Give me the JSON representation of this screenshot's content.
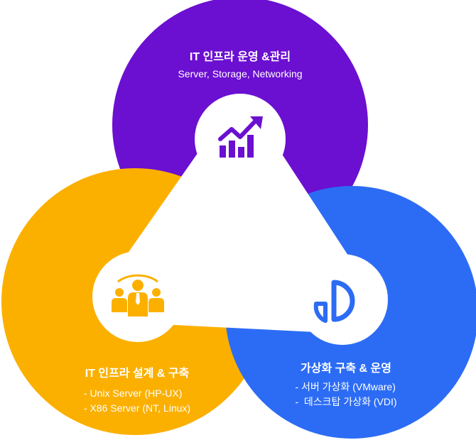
{
  "colors": {
    "top": "#6b0fd1",
    "left": "#fbb000",
    "right": "#2c6cf5",
    "hub": "#ffffff"
  },
  "top_section": {
    "title": "IT 인프라 운영 &관리",
    "subtitle": "Server, Storage, Networking",
    "icon": "growth-chart-icon"
  },
  "left_section": {
    "title": "IT 인프라 설계 & 구축",
    "items": [
      "- Unix Server (HP-UX)",
      "- X86 Server (NT, Linux)"
    ],
    "icon": "team-people-icon"
  },
  "right_section": {
    "title": "가상화 구축 & 운영",
    "items": [
      "- 서버 가상화 (VMware)",
      "-  데스크탑 가상화 (VDI)"
    ],
    "icon": "pie-chart-icon"
  }
}
